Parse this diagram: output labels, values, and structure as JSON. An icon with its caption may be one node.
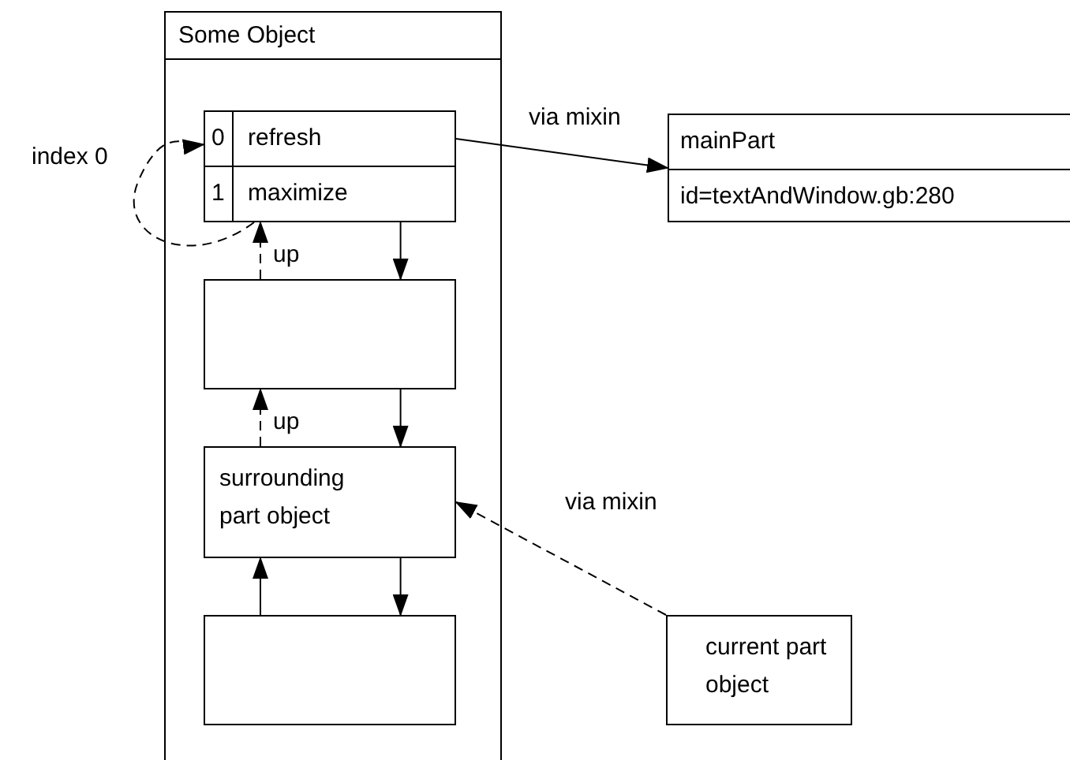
{
  "diagram": {
    "nodes": [
      {
        "text": [
          "Some Object"
        ]
      },
      {
        "text": [
          "0",
          "refresh"
        ],
        "in": 0
      },
      {
        "text": [
          "1",
          "maximize"
        ],
        "in": 0
      },
      {
        "text": [],
        "shape": "box",
        "in": 0
      },
      {
        "text": [
          "surrounding part object"
        ],
        "in": 0
      },
      {
        "text": [],
        "shape": "box",
        "in": 0
      },
      {
        "text": [
          "mainPart",
          "id=textAndWindow.gb:280"
        ]
      },
      {
        "text": [
          "current part object"
        ]
      }
    ],
    "edges": [
      {
        "from": 1,
        "to": 6,
        "arrow": "to",
        "label": "via mixin"
      },
      {
        "from": 2,
        "to": 1,
        "arrow": "to",
        "label": "index 0",
        "style": "dashed"
      },
      {
        "from": 3,
        "to": 2,
        "arrow": "to",
        "label": "up",
        "style": "dashed"
      },
      {
        "from": 2,
        "to": 3,
        "arrow": "to"
      },
      {
        "from": 4,
        "to": 3,
        "arrow": "to",
        "label": "up",
        "style": "dashed"
      },
      {
        "from": 3,
        "to": 4,
        "arrow": "to"
      },
      {
        "from": 5,
        "to": 4,
        "arrow": "to"
      },
      {
        "from": 4,
        "to": 5,
        "arrow": "to"
      },
      {
        "from": 7,
        "to": 4,
        "arrow": "to",
        "label": "via mixin",
        "style": "dashed"
      }
    ]
  }
}
